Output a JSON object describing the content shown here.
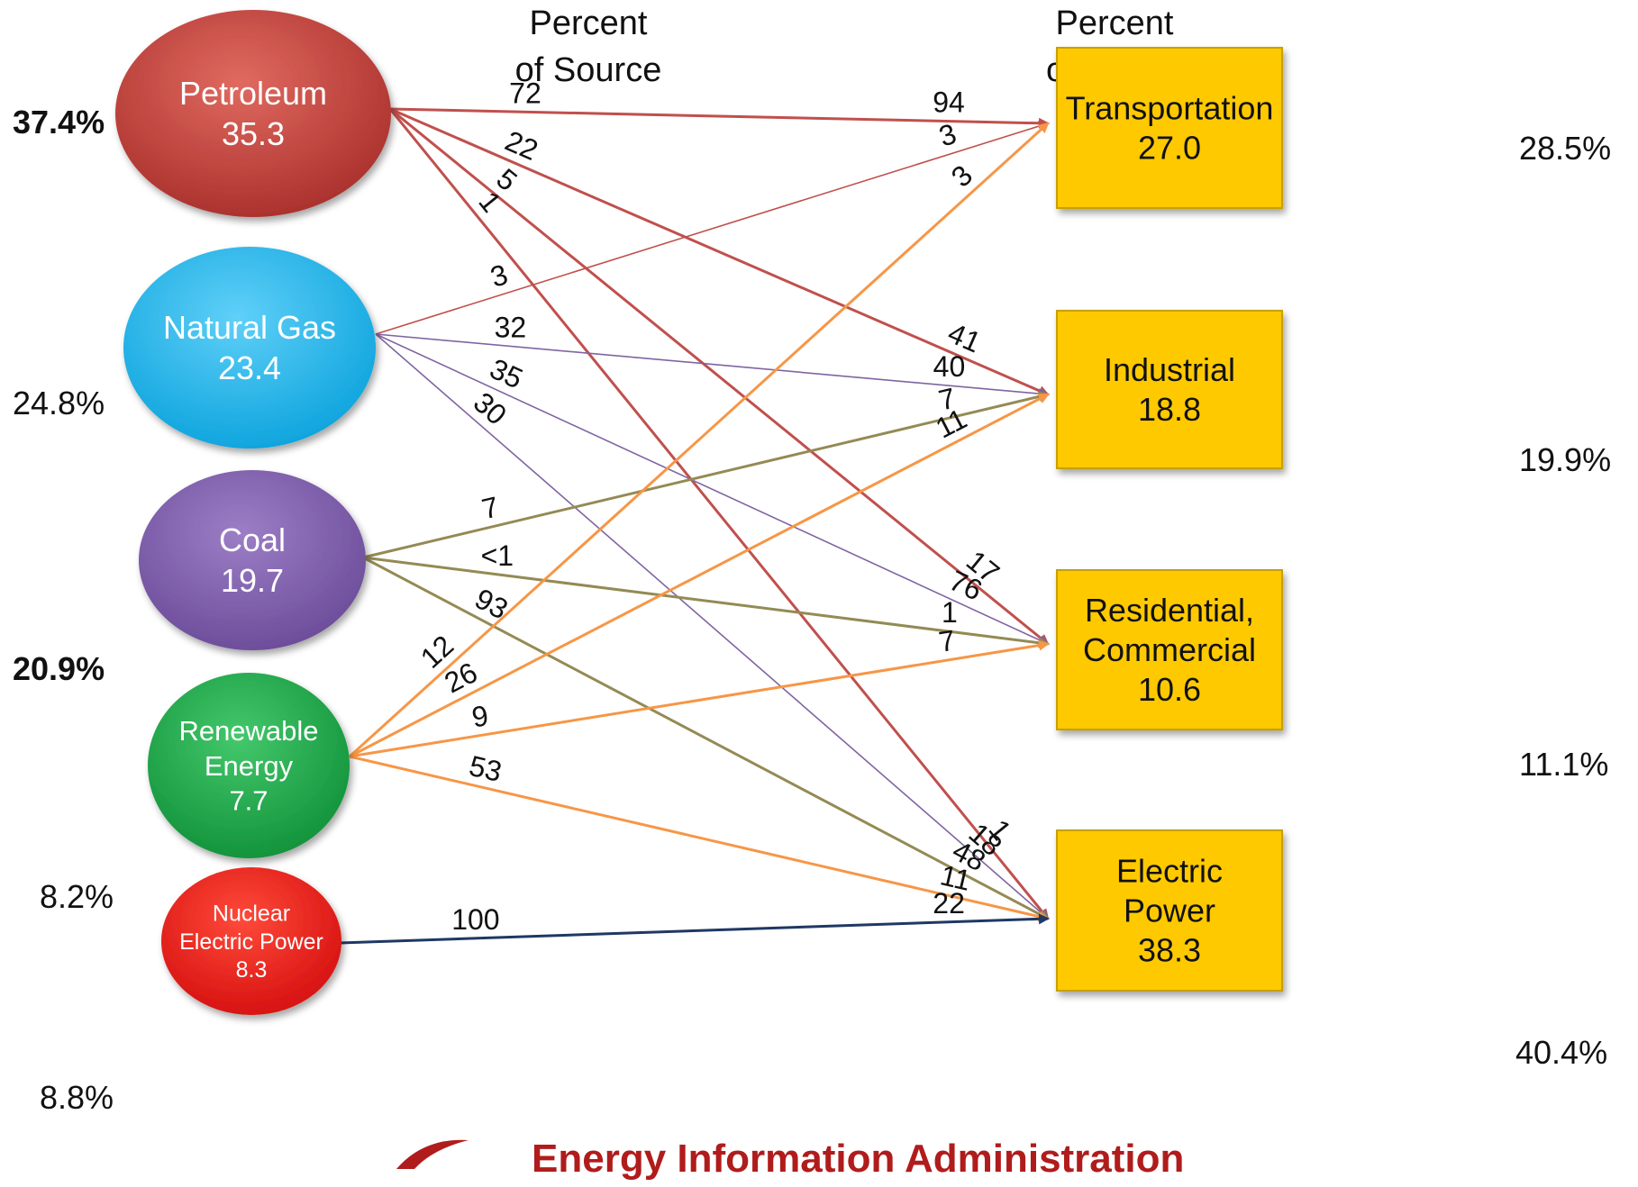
{
  "headers": {
    "source": "Percent\nof Source",
    "sector": "Percent\nof Sector"
  },
  "sources": [
    {
      "id": "petroleum",
      "lines": [
        "Petroleum",
        "35.3"
      ],
      "pct_left": "37.4%",
      "color": "#c8403c"
    },
    {
      "id": "gas",
      "lines": [
        "Natural Gas",
        "23.4"
      ],
      "pct_left": "24.8%",
      "color": "#1ab6ee"
    },
    {
      "id": "coal",
      "lines": [
        "Coal",
        "19.7"
      ],
      "pct_left": "20.9%",
      "color": "#7a58a8"
    },
    {
      "id": "renew",
      "lines": [
        "Renewable",
        "Energy",
        "7.7"
      ],
      "pct_left": "8.2%",
      "color": "#18a84a"
    },
    {
      "id": "nuclear",
      "lines": [
        "Nuclear",
        "Electric Power",
        "8.3"
      ],
      "pct_left": "8.8%",
      "color": "#e81e1e"
    }
  ],
  "sectors": [
    {
      "id": "trans",
      "lines": [
        "Transportation",
        "27.0"
      ],
      "pct_right": "28.5%",
      "color": "#ffc900"
    },
    {
      "id": "ind",
      "lines": [
        "Industrial",
        "18.8"
      ],
      "pct_right": "19.9%",
      "color": "#ffc900"
    },
    {
      "id": "res",
      "lines": [
        "Residential,",
        "Commercial",
        "10.6"
      ],
      "pct_right": "11.1%",
      "color": "#ffc900"
    },
    {
      "id": "elec",
      "lines": [
        "Electric",
        "Power",
        "38.3"
      ],
      "pct_right": "40.4%",
      "color": "#ffc900"
    }
  ],
  "flows": [
    {
      "from": "petroleum",
      "to": "trans",
      "source_pct": "72",
      "sector_pct": "94",
      "color": "#c0504d"
    },
    {
      "from": "petroleum",
      "to": "ind",
      "source_pct": "22",
      "sector_pct": "41",
      "color": "#c0504d"
    },
    {
      "from": "petroleum",
      "to": "res",
      "source_pct": "5",
      "sector_pct": "17",
      "color": "#c0504d"
    },
    {
      "from": "petroleum",
      "to": "elec",
      "source_pct": "1",
      "sector_pct": "1",
      "color": "#c0504d"
    },
    {
      "from": "gas",
      "to": "trans",
      "source_pct": "3",
      "sector_pct": "3",
      "color": "#c0504d"
    },
    {
      "from": "gas",
      "to": "ind",
      "source_pct": "32",
      "sector_pct": "40",
      "color": "#8064a2"
    },
    {
      "from": "gas",
      "to": "res",
      "source_pct": "35",
      "sector_pct": "76",
      "color": "#8064a2"
    },
    {
      "from": "gas",
      "to": "elec",
      "source_pct": "30",
      "sector_pct": "18",
      "color": "#8064a2"
    },
    {
      "from": "coal",
      "to": "ind",
      "source_pct": "7",
      "sector_pct": "7",
      "color": "#948a54"
    },
    {
      "from": "coal",
      "to": "res",
      "source_pct": "<1",
      "sector_pct": "1",
      "color": "#948a54"
    },
    {
      "from": "coal",
      "to": "elec",
      "source_pct": "93",
      "sector_pct": "48",
      "color": "#948a54"
    },
    {
      "from": "renew",
      "to": "trans",
      "source_pct": "12",
      "sector_pct": "3",
      "color": "#f79646"
    },
    {
      "from": "renew",
      "to": "ind",
      "source_pct": "26",
      "sector_pct": "11",
      "color": "#f79646"
    },
    {
      "from": "renew",
      "to": "res",
      "source_pct": "9",
      "sector_pct": "7",
      "color": "#f79646"
    },
    {
      "from": "renew",
      "to": "elec",
      "source_pct": "53",
      "sector_pct": "11",
      "color": "#f79646"
    },
    {
      "from": "nuclear",
      "to": "elec",
      "source_pct": "100",
      "sector_pct": "22",
      "color": "#1f3864"
    }
  ],
  "footer": {
    "org": "Energy Information Administration",
    "org_color": "#b01c1c"
  }
}
